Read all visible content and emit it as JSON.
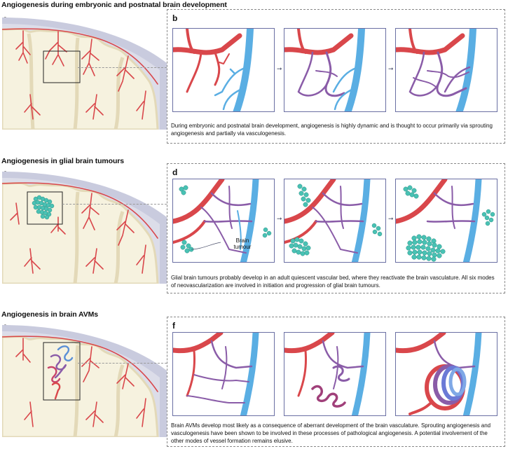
{
  "sections": [
    {
      "title": "Angiogenesis during embryonic and postnatal brain development",
      "brain_letter": "a",
      "panel_letter": "b",
      "caption": "During embryonic and postnatal brain development, angiogenesis is highly dynamic and is thought to occur primarily via sprouting angiogenesis and partially via vasculogenesis."
    },
    {
      "title": "Angiogenesis in glial brain tumours",
      "brain_letter": "c",
      "panel_letter": "d",
      "caption": "Glial brain tumours probably develop in an adult quiescent vascular bed, where they reactivate the brain vasculature. All six modes of neovascularization are involved in initiation and progression of glial brain tumours.",
      "callout_line1": "Brain",
      "callout_line2": "tumour"
    },
    {
      "title": "Angiogenesis in brain AVMs",
      "brain_letter": "e",
      "panel_letter": "f",
      "caption": "Brain AVMs develop most likely as a consequence of aberrant development of the brain vasculature. Sprouting angiogenesis and vasculogenesis have been shown to be involved in these processes of pathological angiogenesis. A potential involvement of the other modes of vessel formation remains elusive."
    }
  ],
  "colors": {
    "artery": "#d9474b",
    "vein": "#5aaee3",
    "mixed": "#8a5ca8",
    "tumour": "#49c2b4",
    "skull": "#c9cbde",
    "cortex": "#f6f2df",
    "brain_outline": "#e8e2c4"
  }
}
